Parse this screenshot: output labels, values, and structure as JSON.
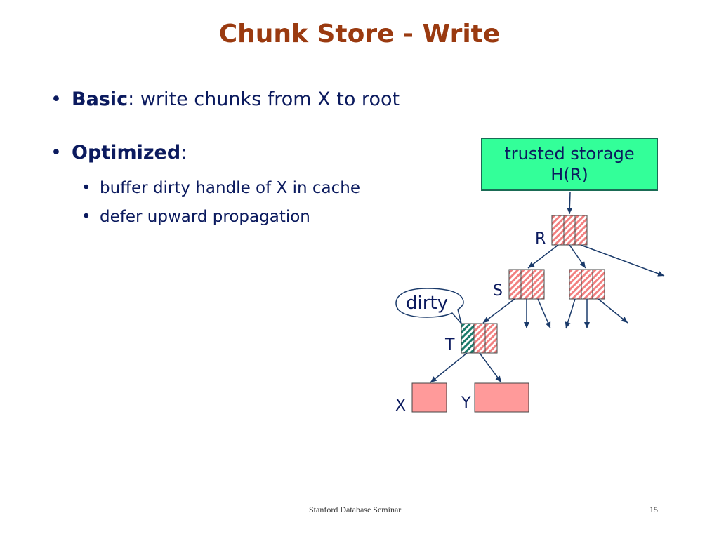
{
  "slide": {
    "title": "Chunk Store - Write",
    "bullets": [
      {
        "bold": "Basic",
        "rest": ": write chunks from X to root"
      },
      {
        "bold": "Optimized",
        "rest": ":"
      }
    ],
    "sub_bullets": [
      "buffer dirty handle of X in cache",
      "defer upward propagation"
    ],
    "footer_center": "Stanford Database Seminar",
    "page_number": "15"
  },
  "diagram": {
    "trusted_storage": {
      "line1": "trusted storage",
      "line2": "H(R)"
    },
    "node_labels": {
      "R": "R",
      "S": "S",
      "T": "T",
      "X": "X",
      "Y": "Y"
    },
    "callout": "dirty",
    "colors": {
      "title": "#9a3a10",
      "text": "#0b1a5e",
      "trusted_fill": "#33ff99",
      "node_hatch": "#f28080",
      "dirty_hatch": "#1a7a6a",
      "leaf_fill": "#ff9a9a",
      "arrow": "#1a3a6a"
    }
  }
}
